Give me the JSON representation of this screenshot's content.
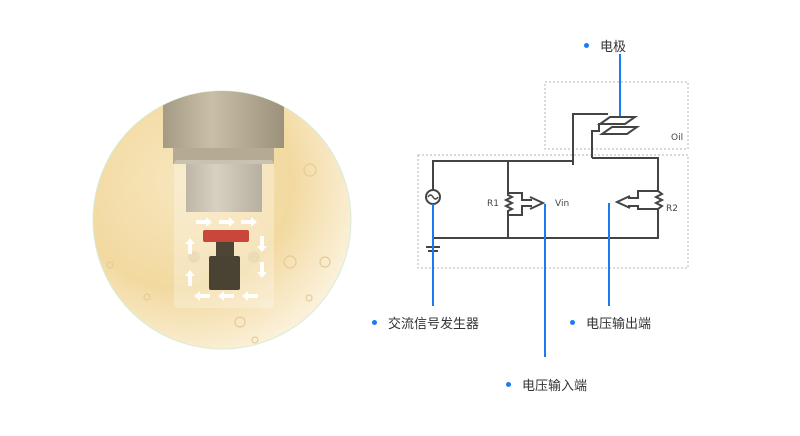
{
  "colors": {
    "accent": "#1a7cf0",
    "wire": "#444444",
    "dashed_box": "#b5b5b5",
    "oil_bg": "#f3d9a3",
    "seal_red": "#c0392b"
  },
  "illustration": {
    "description": "sensor probe immersed in oil with circulation arrows"
  },
  "circuit": {
    "oil_box_label": "Oil",
    "r1_label": "R1",
    "r2_label": "R2",
    "vin_label": "Vin"
  },
  "callouts": {
    "electrode": "电极",
    "ac_generator": "交流信号发生器",
    "voltage_output": "电压输出端",
    "voltage_input": "电压输入端"
  }
}
